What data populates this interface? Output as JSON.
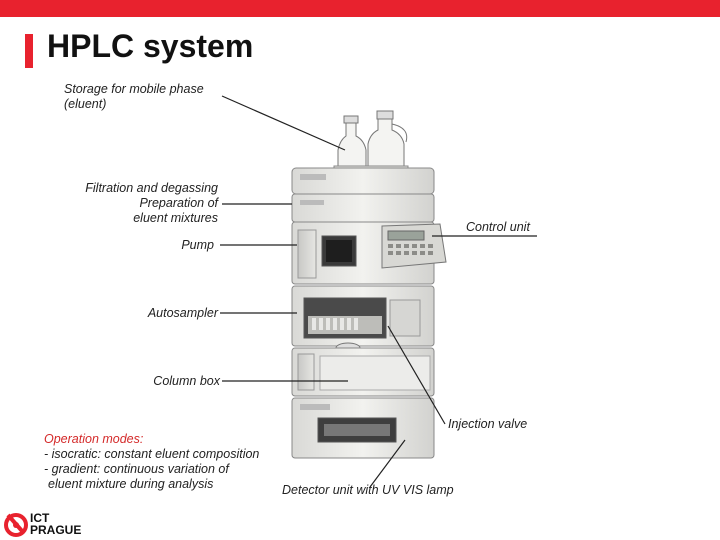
{
  "slide": {
    "title": "HPLC system",
    "accent_color": "#e8222e"
  },
  "labels": {
    "storage_line1": "Storage for mobile phase",
    "storage_line2": "(eluent)",
    "filtration": "Filtration and degassing",
    "preparation_line1": "Preparation of",
    "preparation_line2": "eluent mixtures",
    "pump": "Pump",
    "autosampler": "Autosampler",
    "column_box": "Column box",
    "control_unit": "Control unit",
    "injection_valve": "Injection valve",
    "detector": "Detector unit with UV VIS lamp"
  },
  "operation_modes": {
    "title": "Operation modes:",
    "line1": "- isocratic: constant eluent composition",
    "line2": "- gradient: continuous variation of",
    "line3": "eluent mixture during analysis"
  },
  "logo": {
    "line1": "ICT",
    "line2": "PRAGUE",
    "icon": "ict-prague-logo-icon"
  }
}
